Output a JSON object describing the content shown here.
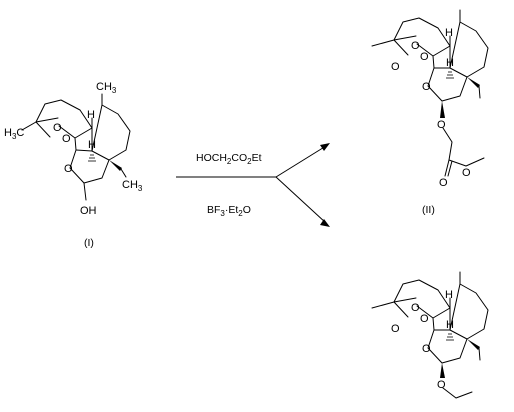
{
  "scheme": {
    "reagent_top": "HOCH2CO2Et",
    "reagent_bottom": "BF3·Et2O",
    "reactant": {
      "label": "(I)",
      "atoms": {
        "ch3_top": "CH3",
        "h3c": "H3C",
        "o_peroxide_1": "O",
        "o_peroxide_2": "O",
        "o_ring": "O",
        "oh": "OH",
        "ch3_right": "CH3",
        "h_top": "H",
        "h_mid": "H"
      }
    },
    "product_upper": {
      "label": "(II)",
      "atoms": {
        "ch3_top": "",
        "ch3_left": "",
        "o_peroxide_1": "O",
        "o_peroxide_2": "O",
        "o_ring_1": "O",
        "o_ring_2": "O",
        "o_ether": "O",
        "o_carbonyl": "O",
        "o_ester": "O",
        "h_top": "H",
        "h_mid": "H"
      }
    },
    "product_lower": {
      "label": "",
      "atoms": {
        "o_peroxide_1": "O",
        "o_peroxide_2": "O",
        "o_ring_1": "O",
        "o_ring_2": "O",
        "o_ether": "O",
        "h_top": "H",
        "h_mid": "H"
      }
    }
  }
}
